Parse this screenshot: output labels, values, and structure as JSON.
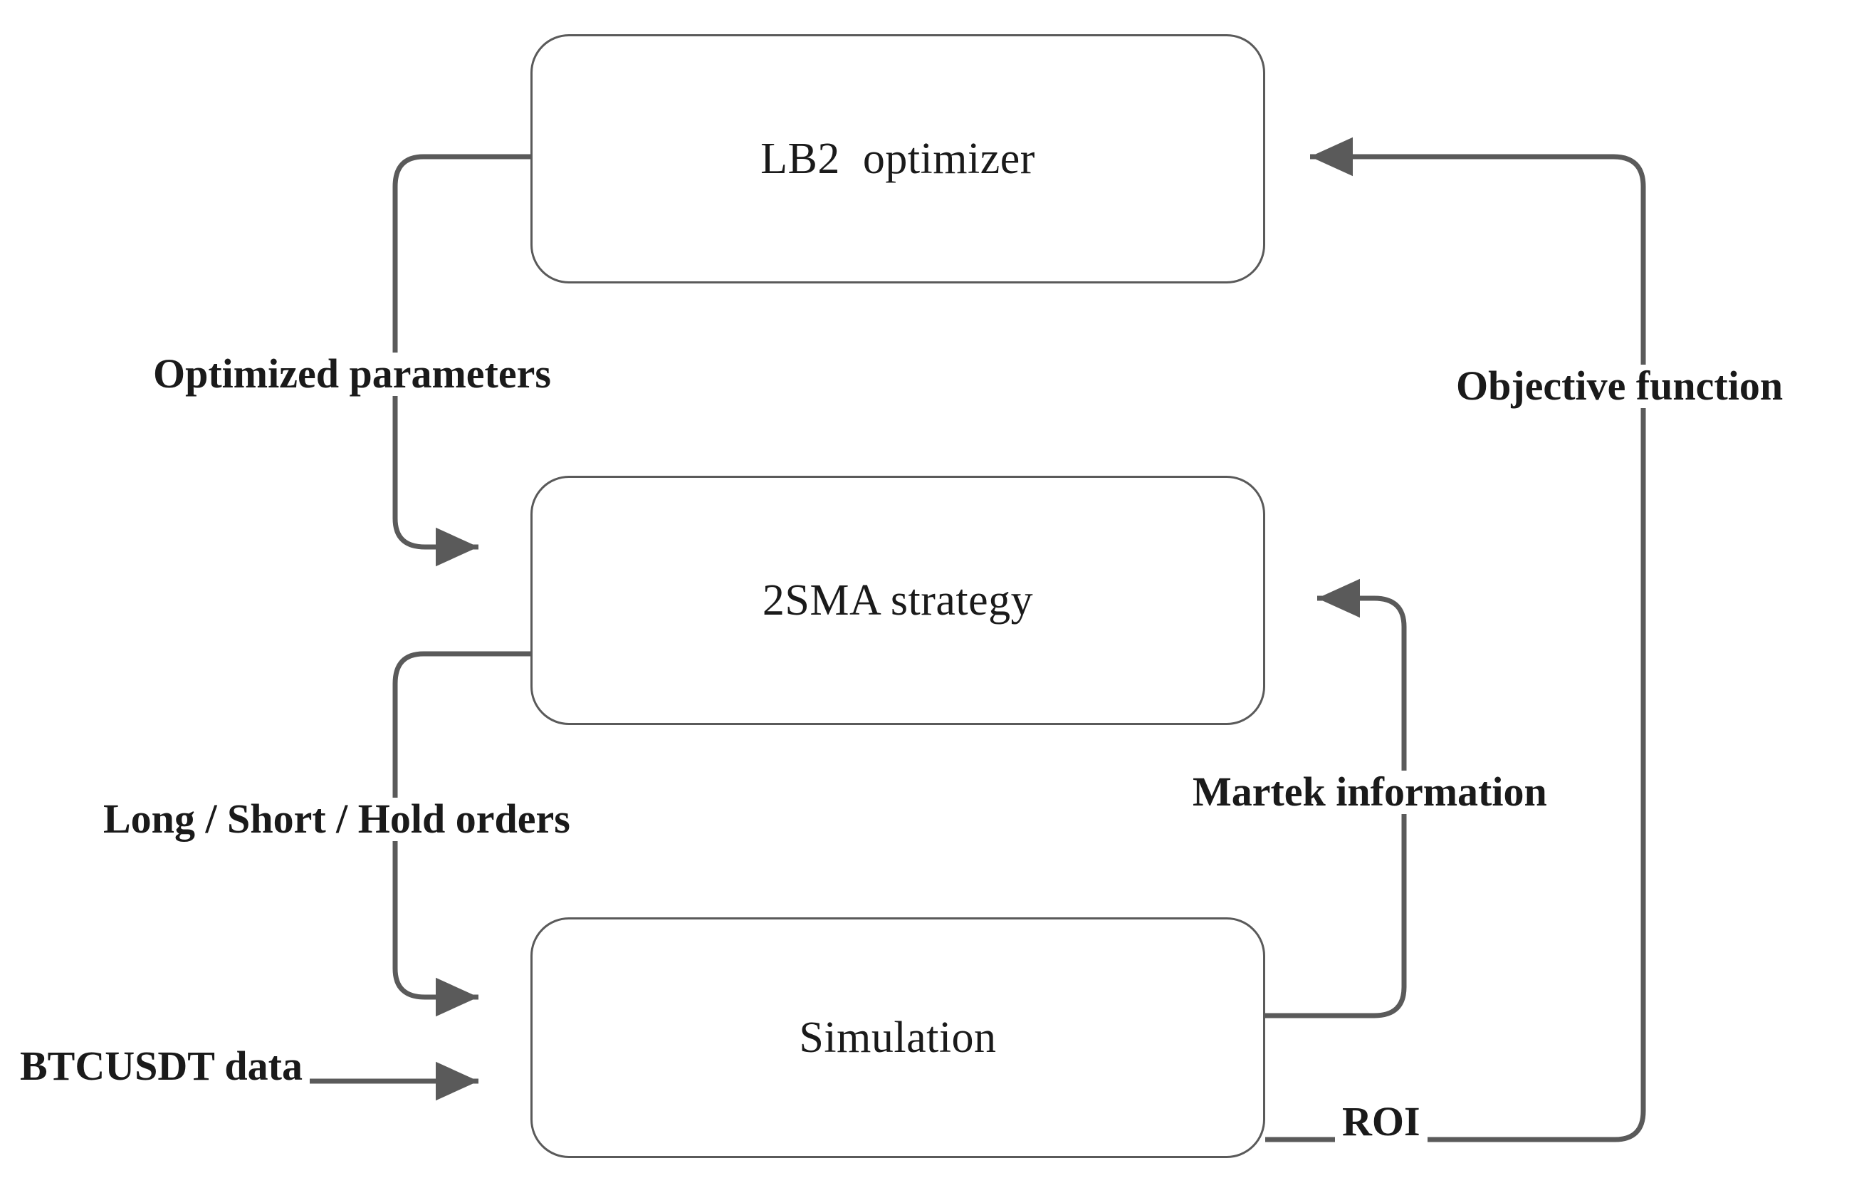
{
  "diagram": {
    "title": "Optimization loop block diagram",
    "stroke_color": "#5a5a5a",
    "text_color": "#1a1a1a",
    "background_color": "#ffffff",
    "nodes": [
      {
        "id": "lb2",
        "label": "LB2  optimizer"
      },
      {
        "id": "2sma",
        "label": "2SMA strategy"
      },
      {
        "id": "sim",
        "label": "Simulation"
      }
    ],
    "edge_labels": [
      {
        "id": "optimized",
        "label": "Optimized parameters",
        "bold": true
      },
      {
        "id": "objective",
        "label": "Objective function",
        "bold": true
      },
      {
        "id": "orders",
        "label": "Long / Short / Hold orders",
        "bold": true
      },
      {
        "id": "martek",
        "label": "Martek information",
        "bold": true
      },
      {
        "id": "btcusdt",
        "label": "BTCUSDT data",
        "bold": true
      },
      {
        "id": "roi",
        "label": "ROI",
        "bold": true
      }
    ],
    "edges": [
      {
        "from": "lb2",
        "to": "2sma",
        "label": "Optimized parameters"
      },
      {
        "from": "2sma",
        "to": "sim",
        "label": "Long / Short / Hold orders"
      },
      {
        "from": "sim",
        "to": "2sma",
        "label": "Martek information"
      },
      {
        "from": "sim",
        "to": "lb2",
        "label": "Objective function / ROI"
      },
      {
        "from": "external-data",
        "to": "sim",
        "label": "BTCUSDT data"
      }
    ]
  }
}
